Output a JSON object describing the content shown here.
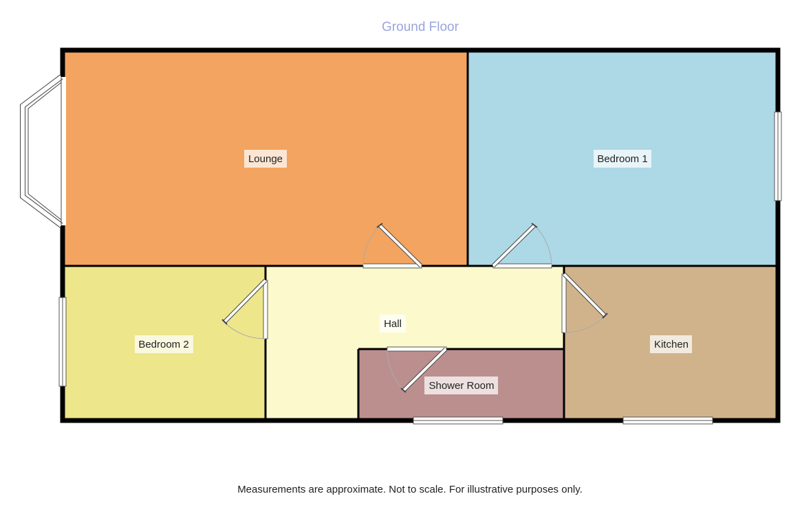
{
  "title": "Ground Floor",
  "footer": "Measurements are approximate. Not to scale. For illustrative purposes only.",
  "colors": {
    "title": "#9aa4dc",
    "wall": "#000000",
    "lounge": "#f3a460",
    "bedroom1": "#add8e6",
    "bedroom2": "#ede68b",
    "hall": "#fcf9cd",
    "kitchen": "#d1b38b",
    "shower_room": "#bc8f8f"
  },
  "rooms": {
    "lounge": "Lounge",
    "bedroom1": "Bedroom 1",
    "bedroom2": "Bedroom 2",
    "hall": "Hall",
    "kitchen": "Kitchen",
    "shower_room": "Shower Room"
  }
}
